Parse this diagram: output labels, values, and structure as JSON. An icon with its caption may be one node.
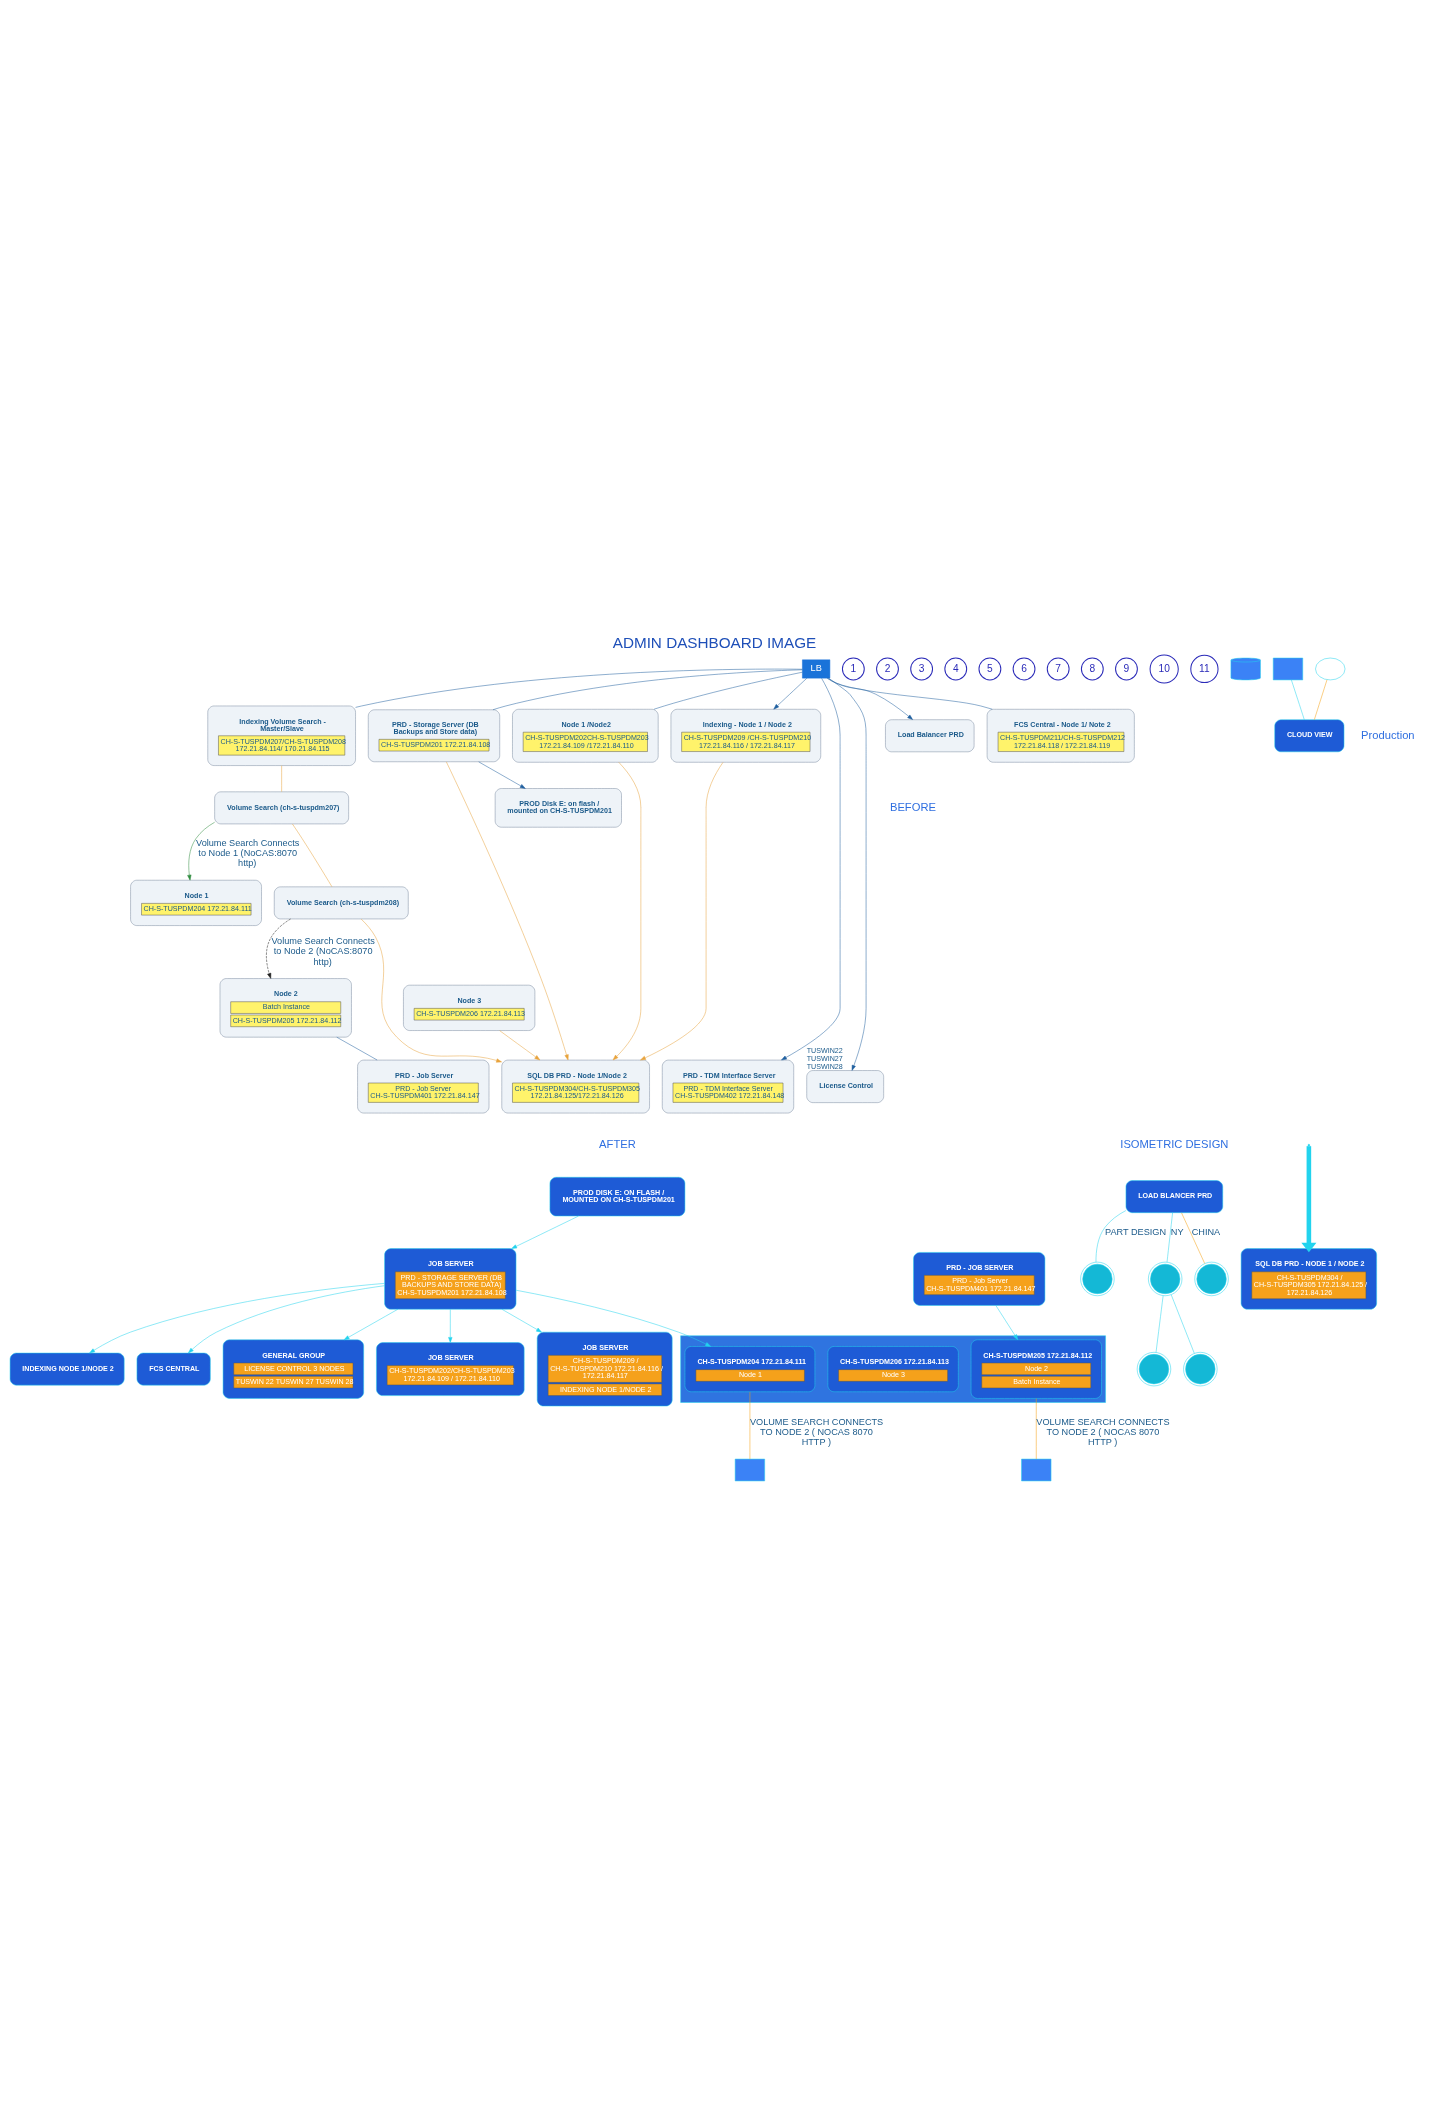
{
  "diagram": {
    "title": "ADMIN DASHBOARD IMAGE",
    "nodes": [
      {
        "text": [
          "PROD Disk E: on flash / mounted on CH-S-TUSPDM201"
        ]
      },
      {
        "text": [
          "PRD - Storage Server (DB Backups and Store data)",
          "CH-S-TUSPDM201 172.21.84.108"
        ]
      },
      {
        "text": [
          "Node 1 /Node2",
          "CH-S-TUSPDM202CH-S-TUSPDM203 172.21.84.109 /172.21.84.110"
        ]
      },
      {
        "text": [
          "LB"
        ]
      },
      {
        "text": [
          "Load Balancer PRD"
        ]
      },
      {
        "text": [
          "Node 1",
          "CH-S-TUSPDM204 172.21.84.111"
        ]
      },
      {
        "text": [
          "Node 3",
          "CH-S-TUSPDM206 172.21.84.113"
        ]
      },
      {
        "text": [
          "Node 2",
          "Batch Instance",
          "CH-S-TUSPDM205 172.21.84.112"
        ]
      },
      {
        "text": [
          "Indexing - Node 1 / Node 2",
          "CH-S-TUSPDM209 /CH-S-TUSPDM210 172.21.84.116 / 172.21.84.117"
        ]
      },
      {
        "text": [
          "FCS Central - Node 1/ Note 2",
          "CH-S-TUSPDM211/CH-S-TUSPDM212 172.21.84.118 / 172.21.84.119"
        ]
      },
      {
        "text": [
          "Indexing Volume Search - Master/Slave",
          "CH-S-TUSPDM207/CH-S-TUSPDM208 172.21.84.114/ 170.21.84.115"
        ]
      },
      {
        "text": [
          "Volume Search (ch-s-tuspdm207)"
        ]
      },
      {
        "text": [
          "Volume Search (ch-s-tuspdm208)"
        ]
      },
      {
        "text": [
          "SQL DB PRD - Node 1/Node 2",
          "CH-S-TUSPDM304/CH-S-TUSPDM305 172.21.84.125/172.21.84.126"
        ]
      },
      {
        "text": [
          "PRD - Job Server",
          "PRD - Job Server  CH-S-TUSPDM401 172.21.84.147"
        ]
      },
      {
        "text": [
          "PRD - TDM Interface Server",
          "PRD - TDM Interface Server  CH-S-TUSPDM402 172.21.84.148"
        ]
      },
      {
        "text": [
          "License Control"
        ],
        "beside": [
          "TUSWIN22",
          "TUSWIN27",
          "TUSWIN28"
        ]
      },
      {
        "text": [
          "1"
        ]
      },
      {
        "text": [
          "2"
        ]
      },
      {
        "text": [
          "3"
        ]
      },
      {
        "text": [
          "4"
        ]
      },
      {
        "text": [
          "5"
        ]
      },
      {
        "text": [
          "6"
        ]
      },
      {
        "text": [
          "7"
        ]
      },
      {
        "text": [
          "8"
        ]
      },
      {
        "text": [
          "9"
        ]
      },
      {
        "text": [
          "10"
        ]
      },
      {
        "text": [
          "11"
        ]
      },
      {
        "text": [
          "PROD DISK E: ON FLASH / MOUNTED ON CH-S-TUSPDM201"
        ]
      },
      {
        "text": [
          "JOB SERVER",
          "PRD - STORAGE SERVER (DB BACKUPS AND STORE DATA) CH-S-TUSPDM201 172.21.84.108"
        ]
      },
      {
        "text": [
          "JOB SERVER",
          "CH-S-TUSPDM202/CH-S-TUSPDM203 172.21.84.109 / 172.21.84.110"
        ]
      },
      {
        "text": [],
        "shape": "box"
      },
      {
        "text": [
          "CH-S-TUSPDM204 172.21.84.111",
          "Node 1"
        ],
        "in": 31
      },
      {
        "text": [
          "CH-S-TUSPDM206 172.21.84.113",
          "Node 3"
        ],
        "in": 31
      },
      {
        "text": [
          "CH-S-TUSPDM205 172.21.84.112",
          "Node 2",
          "Batch Instance"
        ],
        "in": 31
      },
      {
        "text": [
          "JOB SERVER",
          "CH-S-TUSPDM209 / CH-S-TUSPDM210 172.21.84.116 / 172.21.84.117",
          "INDEXING NODE 1/NODE 2"
        ]
      },
      {
        "text": [
          "INDEXING NODE 1/NODE 2"
        ]
      },
      {
        "text": [
          "FCS CENTRAL"
        ]
      },
      {
        "text": [
          "LOAD BLANCER PRD"
        ]
      },
      {
        "text": [
          "PRD - JOB SERVER",
          "PRD - Job Server CH-S-TUSPDM401 172.21.84.147"
        ]
      },
      {
        "text": [
          "SQL DB PRD - NODE 1 / NODE 2",
          "CH-S-TUSPDM304 / CH-S-TUSPDM305 172.21.84.125 / 172.21.84.126"
        ]
      },
      {
        "text": [],
        "shape": "cylinder"
      },
      {
        "text": [],
        "shape": "box"
      },
      {
        "text": [],
        "shape": "box"
      },
      {
        "text": [],
        "shape": "box"
      },
      {
        "text": [
          "CLOUD VIEW"
        ]
      },
      {
        "text": [],
        "shape": "cloud"
      },
      {
        "text": [
          "GENERAL GROUP",
          "LICENSE CONTROL 3 NODES",
          "TUSWIN 22 TUSWIN 27 TUSWIN 28"
        ]
      },
      {
        "text": [],
        "shape": "person"
      },
      {
        "text": [],
        "shape": "person"
      },
      {
        "text": [],
        "shape": "person"
      },
      {
        "text": [],
        "shape": "person"
      },
      {
        "text": [],
        "shape": "person"
      }
    ],
    "edges": [
      {
        "from": 1,
        "to": 0,
        "arrow": "to",
        "color": "#1f5f9f"
      },
      {
        "from": 3,
        "to": 1,
        "arrow": "none",
        "color": "#1f5f9f"
      },
      {
        "from": 3,
        "to": 2,
        "arrow": "none",
        "color": "#1f5f9f"
      },
      {
        "from": 3,
        "to": 4,
        "arrow": "to",
        "color": "#1f5f9f"
      },
      {
        "from": 3,
        "to": 8,
        "arrow": "to",
        "color": "#1f5f9f"
      },
      {
        "from": 3,
        "to": 9,
        "arrow": "none",
        "color": "#1f5f9f"
      },
      {
        "from": 3,
        "to": 15,
        "arrow": "to",
        "color": "#1f5f9f"
      },
      {
        "from": 3,
        "to": 10,
        "arrow": "none",
        "color": "#1f5f9f"
      },
      {
        "from": 3,
        "to": 16,
        "arrow": "to",
        "color": "#1f5f9f"
      },
      {
        "from": 7,
        "to": 14,
        "arrow": "none",
        "color": "#1f5f9f"
      },
      {
        "from": 1,
        "to": 13,
        "arrow": "to",
        "color": "#e8a33c"
      },
      {
        "from": 2,
        "to": 13,
        "arrow": "to",
        "color": "#e8a33c"
      },
      {
        "from": 6,
        "to": 13,
        "arrow": "to",
        "color": "#e8a33c"
      },
      {
        "from": 8,
        "to": 13,
        "arrow": "to",
        "color": "#e8a33c"
      },
      {
        "from": 10,
        "to": 11,
        "arrow": "none",
        "color": "#e8a33c"
      },
      {
        "from": 11,
        "to": 12,
        "arrow": "none",
        "color": "#e8a33c"
      },
      {
        "from": 12,
        "to": 13,
        "arrow": "to",
        "color": "#e8a33c"
      },
      {
        "from": 11,
        "to": 5,
        "arrow": "to",
        "label": "Volume Search Connects to Node 1 (NoCAS:8070 http)",
        "color": "#2e8b3e"
      },
      {
        "from": 12,
        "to": 7,
        "arrow": "to",
        "label": "Volume Search Connects to Node 2 (NoCAS:8070 http)",
        "style": "dashed",
        "color": "#222222"
      },
      {
        "from": 28,
        "to": 29,
        "arrow": "to",
        "color": "#22d3ee"
      },
      {
        "from": 29,
        "to": 30,
        "arrow": "to",
        "color": "#22d3ee"
      },
      {
        "from": 29,
        "to": 32,
        "arrow": "to",
        "color": "#22d3ee"
      },
      {
        "from": 29,
        "to": 35,
        "arrow": "to",
        "color": "#22d3ee"
      },
      {
        "from": 29,
        "to": 36,
        "arrow": "to",
        "color": "#22d3ee"
      },
      {
        "from": 29,
        "to": 37,
        "arrow": "to",
        "color": "#22d3ee"
      },
      {
        "from": 29,
        "to": 47,
        "arrow": "to",
        "color": "#22d3ee"
      },
      {
        "from": 39,
        "to": 34,
        "arrow": "to",
        "color": "#22d3ee"
      },
      {
        "from": null,
        "to": 40,
        "arrow": "to",
        "style": "thick",
        "color": "#22d3ee"
      },
      {
        "from": 32,
        "to": 43,
        "arrow": "none",
        "label": "VOLUME SEARCH CONNECTS TO NODE 2 ( NOCAS 8070 HTTP )",
        "color": "#f59e0b"
      },
      {
        "from": 34,
        "to": 44,
        "arrow": "none",
        "label": "VOLUME SEARCH CONNECTS TO NODE 2 ( NOCAS 8070 HTTP )",
        "color": "#f59e0b"
      },
      {
        "from": 42,
        "to": 45,
        "arrow": "none",
        "color": "#22d3ee"
      },
      {
        "from": 46,
        "to": 45,
        "arrow": "none",
        "color": "#f59e0b"
      },
      {
        "from": 38,
        "to": 48,
        "arrow": "none",
        "label": "PART DESIGN",
        "color": "#22d3ee"
      },
      {
        "from": 38,
        "to": 50,
        "arrow": "none",
        "label": "NY",
        "color": "#22d3ee"
      },
      {
        "from": 38,
        "to": 52,
        "arrow": "none",
        "label": "CHINA",
        "color": "#f59e0b"
      },
      {
        "from": 50,
        "to": 49,
        "arrow": "none",
        "color": "#22d3ee"
      },
      {
        "from": 50,
        "to": 51,
        "arrow": "none",
        "color": "#22d3ee"
      }
    ],
    "labels": [
      "BEFORE",
      "Production",
      "ISOMETRIC DESIGN",
      "AFTER"
    ]
  }
}
